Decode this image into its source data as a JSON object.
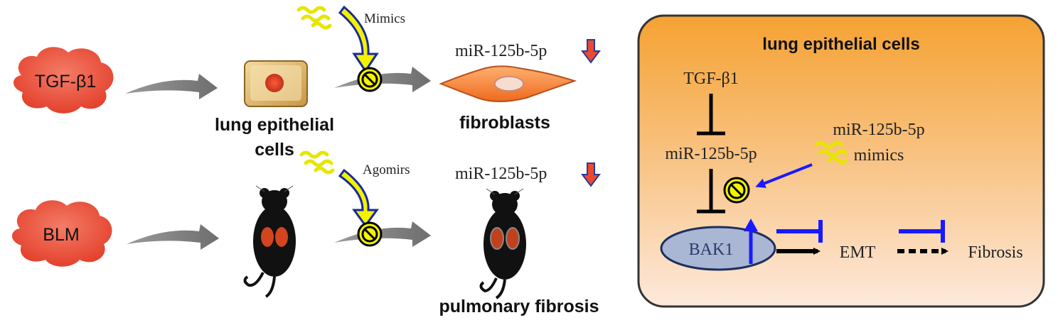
{
  "left_panel": {
    "inducer_top": "TGF-β1",
    "inducer_bottom": "BLM",
    "cell_label_line1": "lung epithelial",
    "cell_label_line2": "cells",
    "mimics_label": "Mimics",
    "agomirs_label": "Agomirs",
    "mirna_top": "miR-125b-5p",
    "mirna_bottom": "miR-125b-5p",
    "fibroblasts_label": "fibroblasts",
    "fibrosis_label": "pulmonary fibrosis"
  },
  "right_panel": {
    "title": "lung epithelial cells",
    "tgf": "TGF-β1",
    "mirna": "miR-125b-5p",
    "mimics_line1": "miR-125b-5p",
    "mimics_line2": "mimics",
    "bak1": "BAK1",
    "emt": "EMT",
    "fibrosis": "Fibrosis"
  },
  "colors": {
    "cloud_red": "#e8503c",
    "panel_top": "#f5a636",
    "panel_bottom": "#fde6d6",
    "inhibit_blue": "#1a1aff",
    "down_arrow_red": "#e84a33",
    "mimic_yellow": "#e6e600"
  },
  "icons": {
    "inhibit": "prohibition-sign-icon",
    "down_arrow": "down-arrow-icon",
    "mouse": "mouse-icon",
    "cell": "epithelial-cell-icon",
    "fibroblast": "fibroblast-icon"
  }
}
